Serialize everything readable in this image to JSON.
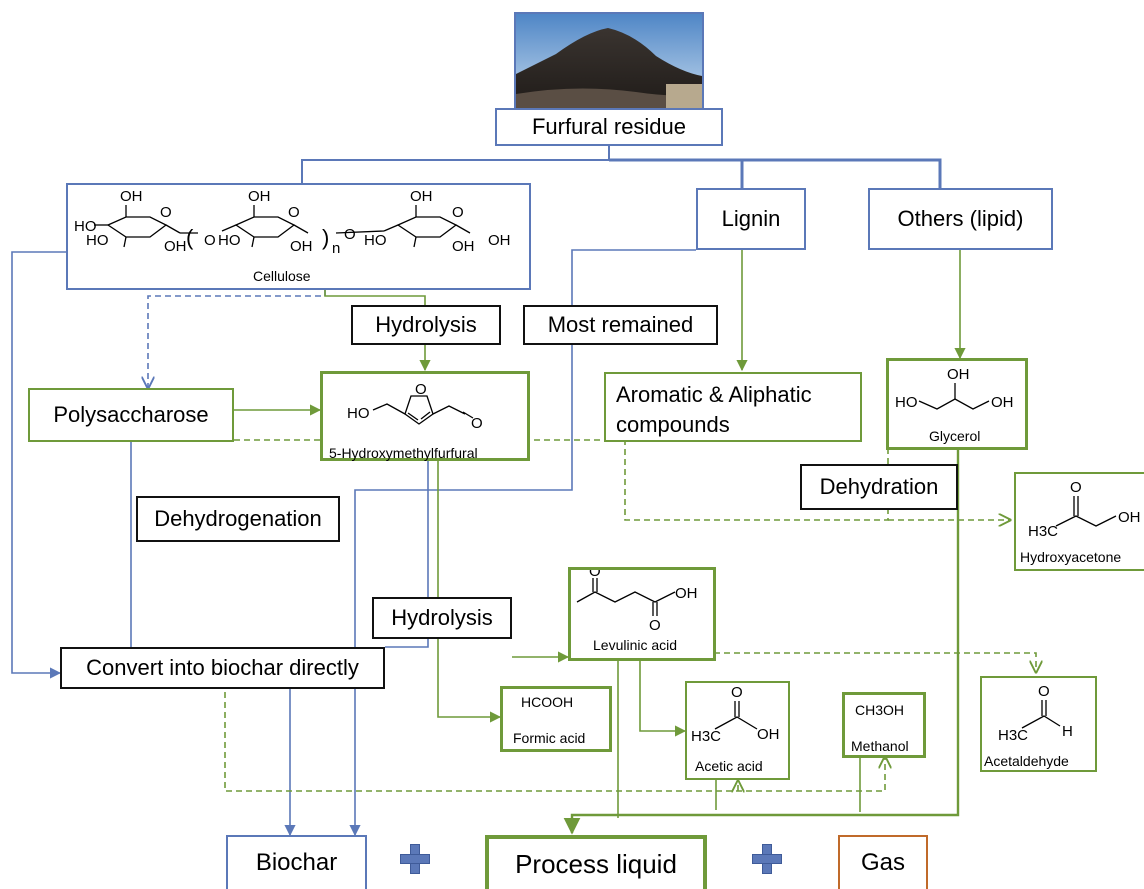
{
  "nodes": {
    "furfural_residue": "Furfural residue",
    "cellulose": "Cellulose",
    "lignin": "Lignin",
    "others_lipid": "Others (lipid)",
    "hydrolysis_1": "Hydrolysis",
    "most_remained": "Most remained",
    "polysaccharose": "Polysaccharose",
    "hmf": "5-Hydroxymethylfurfural",
    "aromatic_line1": "Aromatic & Aliphatic",
    "aromatic_line2": "compounds",
    "glycerol": "Glycerol",
    "dehydration": "Dehydration",
    "dehydrogenation": "Dehydrogenation",
    "hydroxyacetone": "Hydroxyacetone",
    "hydrolysis_2": "Hydrolysis",
    "levulinic_acid": "Levulinic acid",
    "convert_biochar": "Convert into biochar directly",
    "formic_acid": "Formic acid",
    "formic_formula": "HCOOH",
    "acetic_acid": "Acetic acid",
    "methanol": "Methanol",
    "acetaldehyde": "Acetaldehyde",
    "biochar": "Biochar",
    "process_liquid": "Process liquid",
    "gas": "Gas"
  },
  "structure_labels": {
    "oh": "OH",
    "ho": "HO",
    "o": "O",
    "n": "n",
    "h": "H",
    "h3c": "H3C",
    "ch3oh": "CH3OH"
  },
  "colors": {
    "blue_flow": "#5b78b8",
    "green_flow": "#6f9a3a",
    "gas_border": "#c06a2a"
  }
}
